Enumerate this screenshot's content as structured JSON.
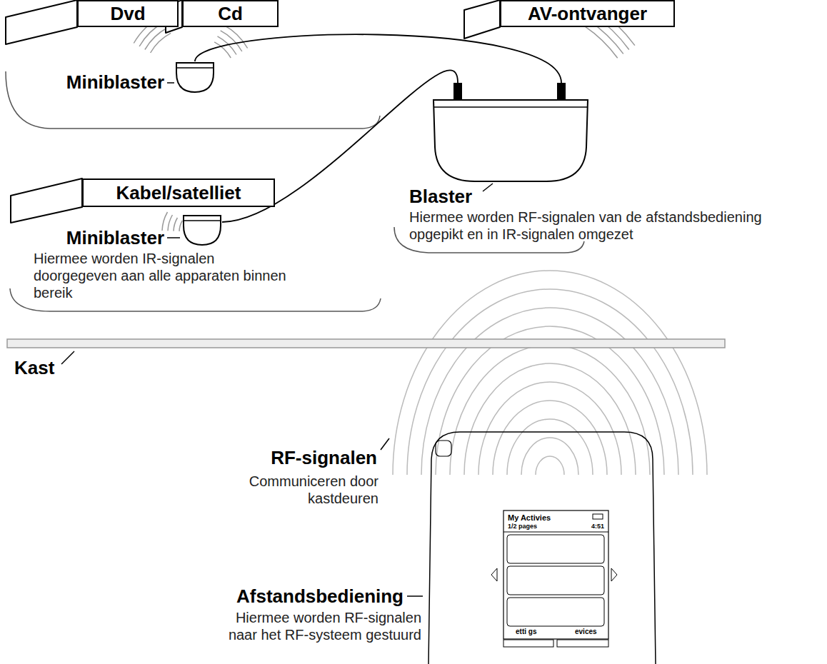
{
  "diagram": {
    "nodes": [
      {
        "text": [
          "Dvd"
        ]
      },
      {
        "text": [
          "Cd"
        ]
      },
      {
        "text": [
          "Miniblaster"
        ]
      },
      {
        "text": [
          "AV-ontvanger"
        ]
      },
      {
        "text": [
          "Blaster",
          "Hiermee worden RF-signalen van de afstandsbediening opgepikt en in IR-signalen omgezet"
        ]
      },
      {
        "text": [
          "Kabel/satelliet"
        ]
      },
      {
        "text": [
          "Miniblaster",
          "Hiermee worden IR-signalen doorgegeven aan alle apparaten binnen bereik"
        ]
      },
      {
        "text": [
          "Afstandsbediening",
          "Hiermee worden RF-signalen naar het RF-systeem gestuurd"
        ]
      }
    ],
    "edges": [
      {
        "from": 2,
        "to": 4,
        "arrow": "none"
      },
      {
        "from": 6,
        "to": 4,
        "arrow": "none"
      }
    ],
    "labels": [
      "Kast",
      "RF-signalen",
      "Communiceren door kastdeuren",
      "My Activies",
      "1/2 pages",
      "4:51",
      "etti gs",
      "evices"
    ]
  }
}
